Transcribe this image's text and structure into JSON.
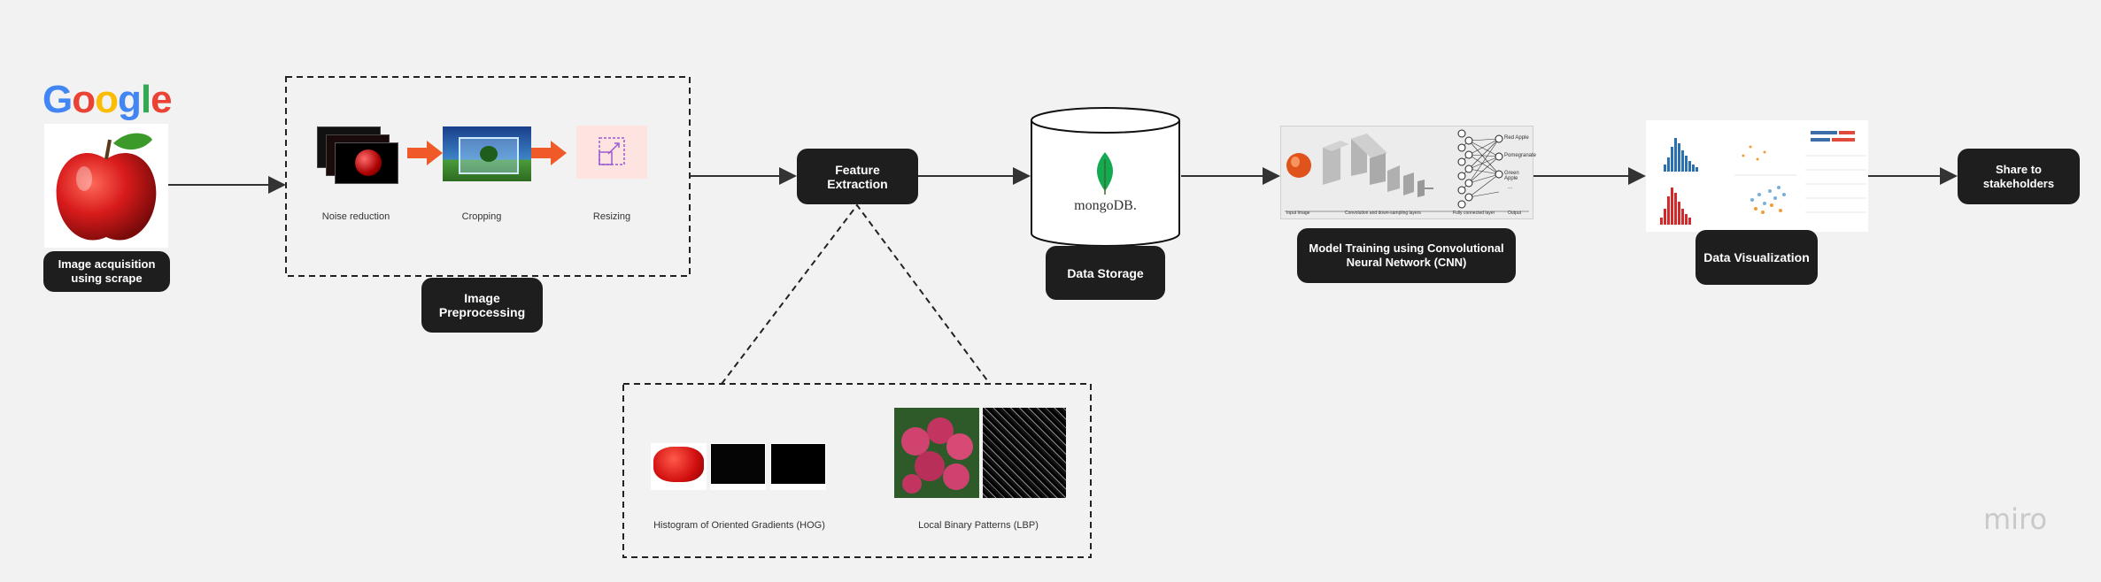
{
  "google_logo": {
    "letters": [
      "G",
      "o",
      "o",
      "g",
      "l",
      "e"
    ],
    "colors": [
      "#4285F4",
      "#EA4335",
      "#FBBC05",
      "#4285F4",
      "#34A853",
      "#EA4335"
    ]
  },
  "nodes": {
    "acquisition": "Image acquisition using scrape",
    "preprocessing": "Image Preprocessing",
    "feature_extraction": "Feature Extraction",
    "data_storage": "Data Storage",
    "model_training": "Model Training using Convolutional Neural Network (CNN)",
    "data_visualization": "Data Visualization",
    "share": "Share to stakeholders"
  },
  "preprocessing_steps": {
    "noise": "Noise reduction",
    "cropping": "Cropping",
    "resizing": "Resizing"
  },
  "feature_methods": {
    "hog": "Histogram of Oriented Gradients (HOG)",
    "lbp": "Local Binary Patterns (LBP)"
  },
  "mongodb_label": "mongoDB.",
  "cnn_figure": {
    "outputs": [
      "Red Apple",
      "Pomegranate",
      "Green Apple",
      "..."
    ],
    "bottom_labels": [
      "Input Image",
      "Convolution and down-sampling layers",
      "Fully connected layer",
      "Output"
    ]
  },
  "colors": {
    "node_bg": "#1e1e1e",
    "arrow": "#333333",
    "accent_orange": "#f05a28",
    "mongo_green": "#13aa52"
  },
  "watermark": "miro"
}
